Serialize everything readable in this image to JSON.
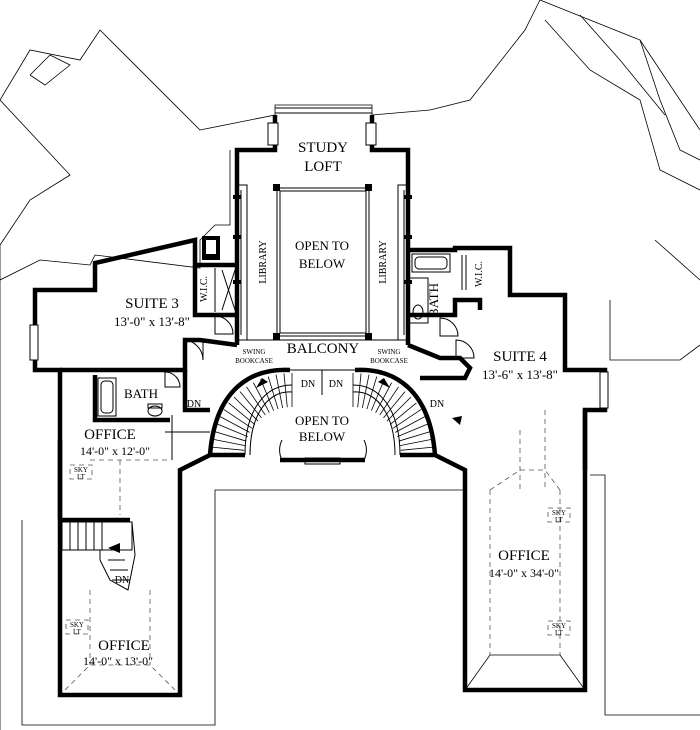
{
  "rooms": {
    "study_loft": [
      "STUDY",
      "LOFT"
    ],
    "open_to_below_upper": [
      "OPEN TO",
      "BELOW"
    ],
    "library_left": "LIBRARY",
    "library_right": "LIBRARY",
    "wic_left": "W.I.C.",
    "wic_right": "W.I.C.",
    "suite3": {
      "name": "SUITE 3",
      "size": "13'-0\" x 13'-8\""
    },
    "suite4": {
      "name": "SUITE 4",
      "size": "13'-6\" x 13'-8\""
    },
    "bath_left": "BATH",
    "bath_right": "BATH",
    "balcony": "BALCONY",
    "swing_bookcase_left": [
      "SWING",
      "BOOKCASE"
    ],
    "swing_bookcase_right": [
      "SWING",
      "BOOKCASE"
    ],
    "open_to_below_lower": [
      "OPEN TO",
      "BELOW"
    ],
    "office_left": {
      "name": "OFFICE",
      "size": "14'-0\" x 12'-0\""
    },
    "office_right": {
      "name": "OFFICE",
      "size": "14'-0\" x 34'-0\""
    },
    "office_bottom": {
      "name": "OFFICE",
      "size": "14'-0\" x 13'-0\""
    },
    "dn": "DN",
    "sky_lt": [
      "SKY",
      "LT"
    ]
  }
}
